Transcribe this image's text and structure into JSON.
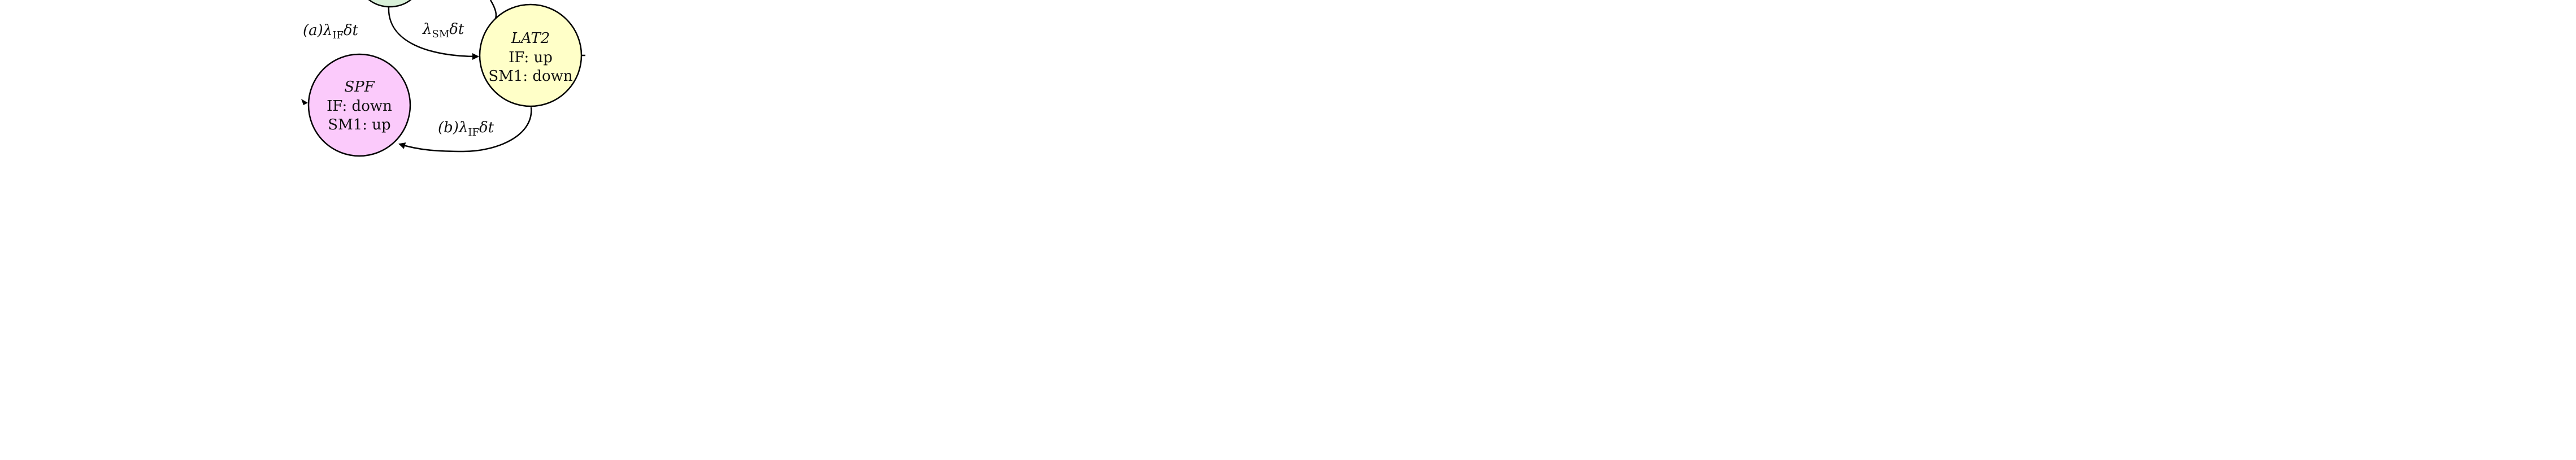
{
  "diagram": {
    "states": [
      {
        "id": "lat2",
        "name": "LAT2",
        "lines": [
          "IF: up",
          "SM1: down"
        ],
        "fill": "#ffffc8"
      },
      {
        "id": "spf",
        "name": "SPF",
        "lines": [
          "IF: down",
          "SM1: up"
        ],
        "fill": "#fbcafb"
      },
      {
        "id": "top-partial",
        "name": "",
        "lines": [],
        "fill": "#d8f0d8"
      }
    ],
    "transitions": [
      {
        "id": "a",
        "prefix": "(a)",
        "symbol": "λ",
        "subscript": "IF",
        "suffix": "δt"
      },
      {
        "id": "sm",
        "prefix": "",
        "symbol": "λ",
        "subscript": "SM",
        "suffix": "δt"
      },
      {
        "id": "b",
        "prefix": "(b)",
        "symbol": "λ",
        "subscript": "IF",
        "suffix": "δt"
      }
    ],
    "colors": {
      "stroke": "#000000",
      "text": "#111111",
      "background": "#ffffff"
    }
  }
}
